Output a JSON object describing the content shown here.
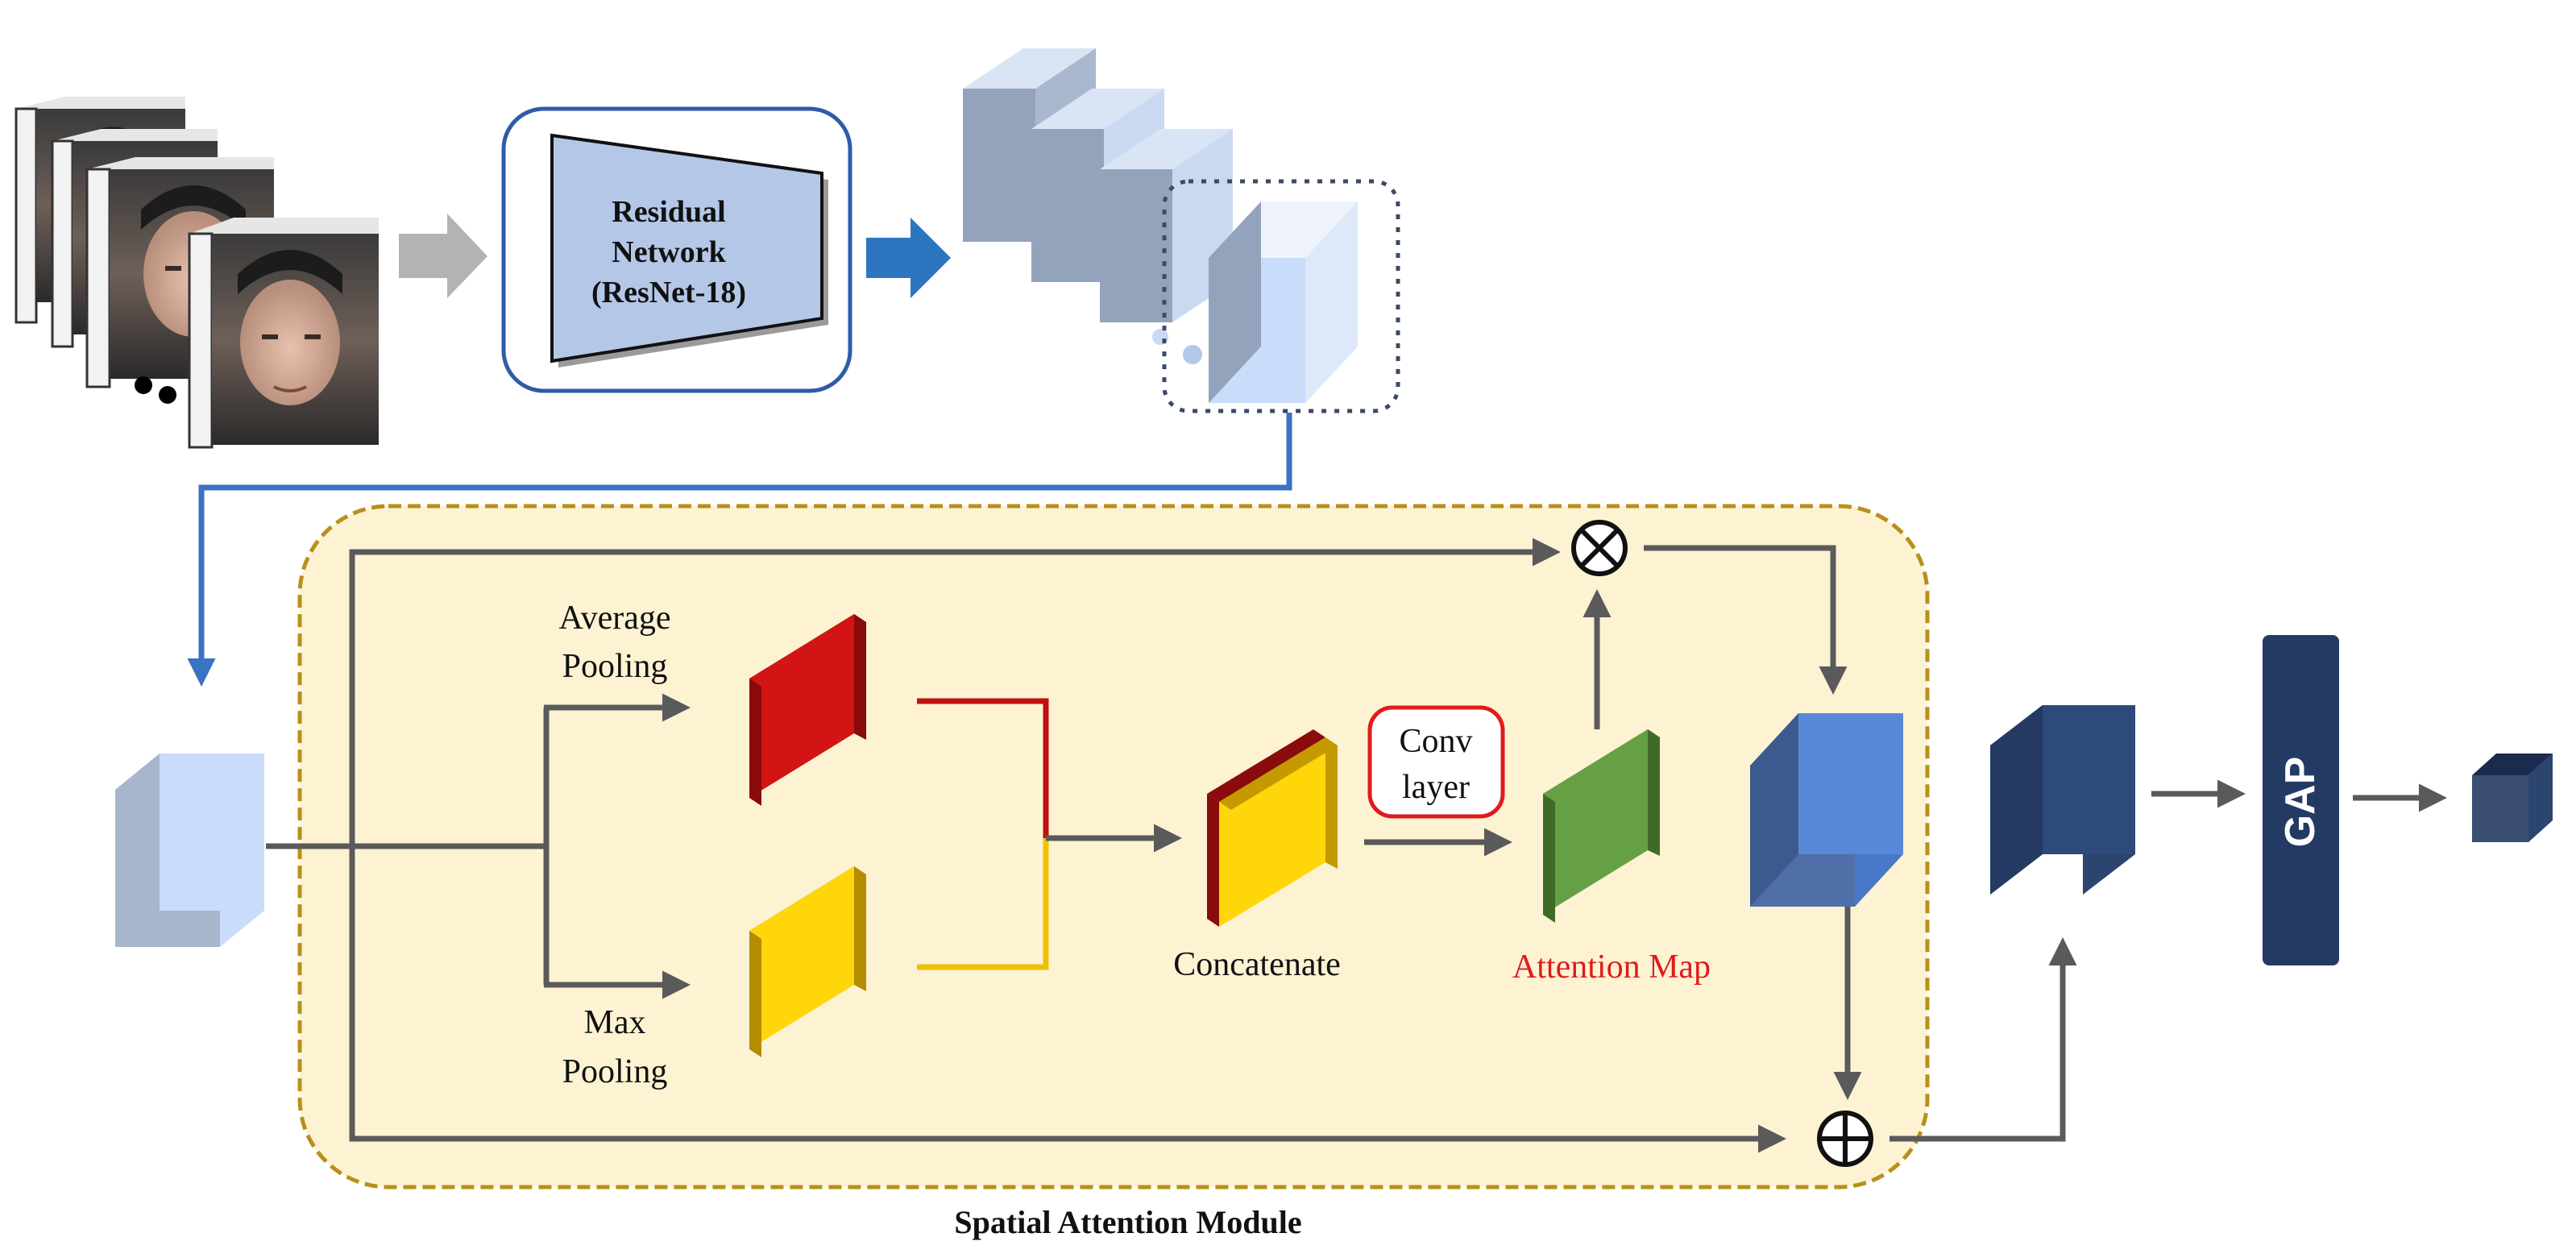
{
  "resnet": {
    "line1": "Residual",
    "line2": "Network",
    "line3": "(ResNet-18)"
  },
  "pooling": {
    "avg_line1": "Average",
    "avg_line2": "Pooling",
    "max_line1": "Max",
    "max_line2": "Pooling"
  },
  "concat_label": "Concatenate",
  "conv": {
    "line1": "Conv",
    "line2": "layer"
  },
  "attention_label": "Attention Map",
  "gap_label": "GAP",
  "module_label": "Spatial Attention Module",
  "operators": {
    "multiply": "⊗",
    "add": "⊕"
  },
  "colors": {
    "flow_arrow": "#5a5a5a",
    "feature_link": "#3a72c4",
    "module_fill": "#fdf3d3",
    "module_border": "#b8901a",
    "avg_map": "#d21414",
    "max_map": "#ffd60a",
    "attention_map": "#66a044",
    "refined_feature": "#5a88d8",
    "output_feature": "#2b4470",
    "gap_block": "#233a63",
    "attention_text": "#e01b1b"
  }
}
